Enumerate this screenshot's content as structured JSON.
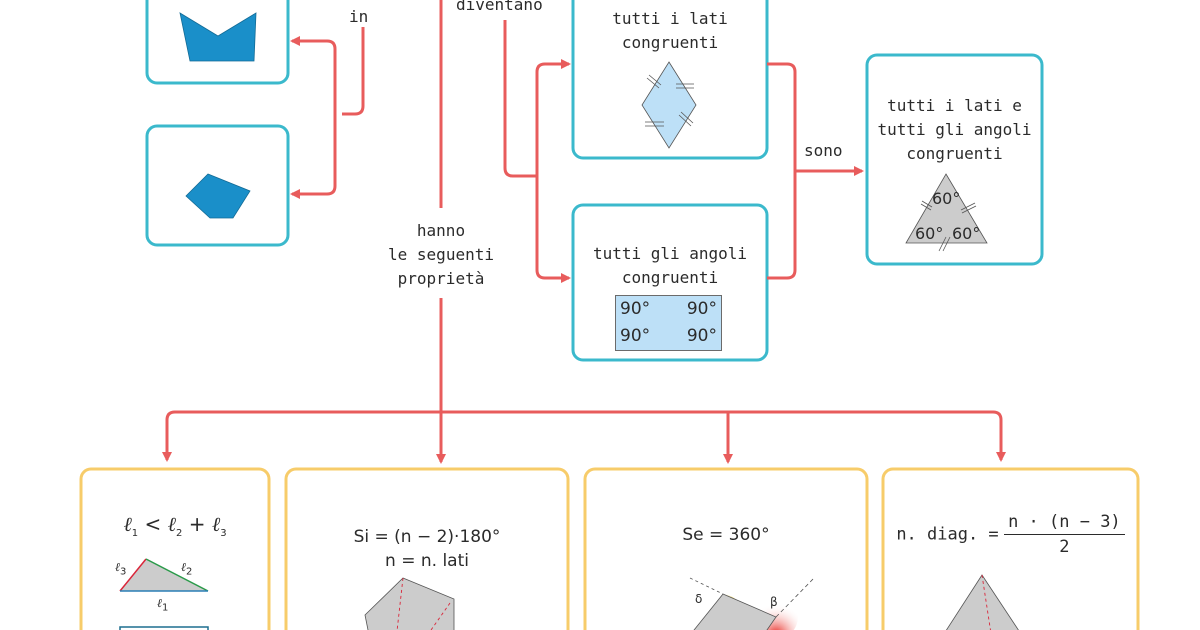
{
  "colors": {
    "teal_border": "#3bb9cc",
    "yellow_border": "#f7cc6a",
    "arrow_red": "#e85c5c",
    "shape_blue": "#1a8fc9",
    "light_blue": "#bde0f7",
    "gray_fill": "#cccccc"
  },
  "connectors": {
    "in": "in",
    "diventano": "diventano",
    "sono": "sono",
    "hanno": [
      "hanno",
      "le seguenti",
      "proprietà"
    ]
  },
  "top_left_boxes": [
    {
      "shape": "concave-polygon"
    },
    {
      "shape": "convex-pentagon"
    }
  ],
  "regular_boxes": {
    "lati": {
      "lines": [
        "tutti i lati",
        "congruenti"
      ],
      "shape": "rhombus"
    },
    "angoli": {
      "lines": [
        "tutti gli angoli",
        "congruenti"
      ],
      "shape": "rectangle",
      "angles": [
        "90°",
        "90°",
        "90°",
        "90°"
      ]
    },
    "regolari": {
      "lines": [
        "tutti i lati e",
        "tutti gli angoli",
        "congruenti"
      ],
      "shape": "equilateral-triangle",
      "angles": [
        "60°",
        "60°",
        "60°"
      ]
    }
  },
  "properties": [
    {
      "formula_parts": [
        "ℓ",
        "1",
        " < ",
        "ℓ",
        "2",
        " + ",
        "ℓ",
        "3"
      ],
      "labels": {
        "l1": "ℓ",
        "l1_sub": "1",
        "l2": "ℓ",
        "l2_sub": "2",
        "l3": "ℓ",
        "l3_sub": "3"
      }
    },
    {
      "line1": "Si = (n − 2)·180°",
      "line2": "n = n. lati"
    },
    {
      "line1": "Se = 360°",
      "angle_labels": [
        "δ",
        "β"
      ]
    },
    {
      "prefix": "n. diag. =",
      "numerator": "n · (n − 3)",
      "denominator": "2"
    }
  ]
}
